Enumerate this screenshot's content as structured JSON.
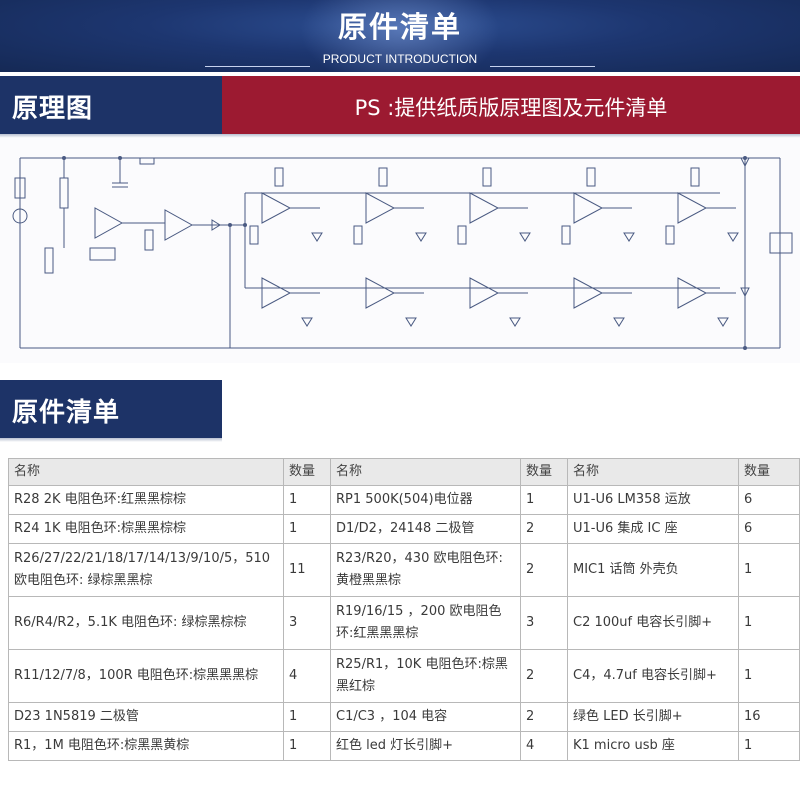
{
  "header": {
    "title": "原件清单",
    "subtitle": "PRODUCT INTRODUCTION"
  },
  "schematic_section": {
    "title": "原理图",
    "note": "PS :提供纸质版原理图及元件清单"
  },
  "bom_section": {
    "title": "原件清单"
  },
  "colors": {
    "banner_blue": "#1d3367",
    "note_red": "#9c1a31",
    "text_white": "#ffffff"
  },
  "table": {
    "headers": [
      "名称",
      "数量",
      "名称",
      "数量",
      "名称",
      "数量"
    ],
    "rows": [
      [
        "R28 2K 电阻色环:红黑黑棕棕",
        "1",
        "RP1 500K(504)电位器",
        "1",
        "U1-U6 LM358 运放",
        "6"
      ],
      [
        "R24 1K 电阻色环:棕黑黑棕棕",
        "1",
        "D1/D2，24148 二极管",
        "2",
        "U1-U6 集成 IC 座",
        "6"
      ],
      [
        "R26/27/22/21/18/17/14/13/9/10/5，510 欧电阻色环: 绿棕黑黑棕",
        "11",
        "R23/R20，430 欧电阻色环:黄橙黑黑棕",
        "2",
        "MIC1 话筒 外壳负",
        "1"
      ],
      [
        "R6/R4/R2，5.1K 电阻色环: 绿棕黑棕棕",
        "3",
        "R19/16/15 ，200 欧电阻色环:红黑黑黑棕",
        "3",
        "C2 100uf 电容长引脚+",
        "1"
      ],
      [
        "R11/12/7/8，100R 电阻色环:棕黑黑黑棕",
        "4",
        "R25/R1，10K 电阻色环:棕黑黑红棕",
        "2",
        "C4，4.7uf 电容长引脚+",
        "1"
      ],
      [
        "D23 1N5819 二极管",
        "1",
        "C1/C3 ，104 电容",
        "2",
        "绿色 LED 长引脚+",
        "16"
      ],
      [
        "R1，1M 电阻色环:棕黑黑黄棕",
        "1",
        "红色 led 灯长引脚+",
        "4",
        "K1 micro usb 座",
        "1"
      ]
    ]
  }
}
